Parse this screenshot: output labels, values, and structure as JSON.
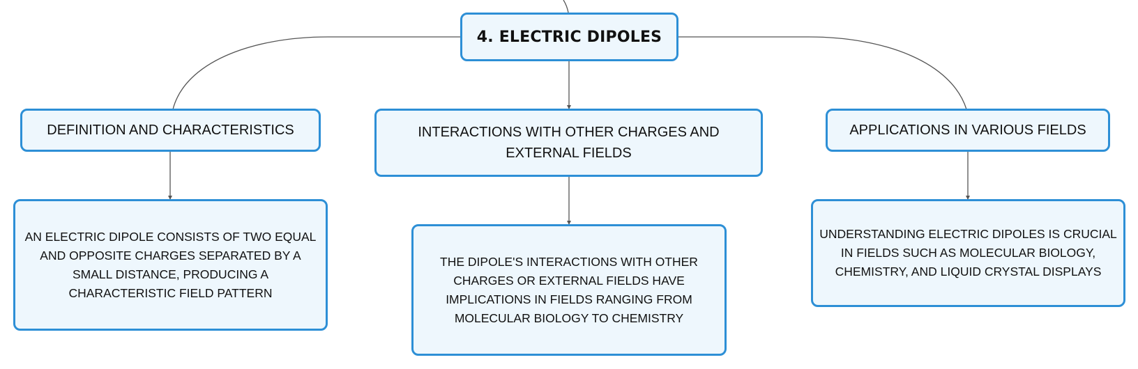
{
  "root": {
    "label": "4. ELECTRIC DIPOLES"
  },
  "branches": [
    {
      "topic": "DEFINITION AND CHARACTERISTICS",
      "detail": "AN ELECTRIC DIPOLE CONSISTS OF TWO EQUAL AND OPPOSITE CHARGES SEPARATED BY A SMALL DISTANCE, PRODUCING A CHARACTERISTIC FIELD PATTERN"
    },
    {
      "topic": "INTERACTIONS WITH OTHER CHARGES AND EXTERNAL FIELDS",
      "detail": "THE DIPOLE'S INTERACTIONS WITH OTHER CHARGES OR EXTERNAL FIELDS HAVE IMPLICATIONS IN FIELDS RANGING FROM MOLECULAR BIOLOGY TO CHEMISTRY"
    },
    {
      "topic": "APPLICATIONS IN VARIOUS FIELDS",
      "detail": "UNDERSTANDING ELECTRIC DIPOLES IS CRUCIAL IN FIELDS SUCH AS MOLECULAR BIOLOGY, CHEMISTRY, AND LIQUID CRYSTAL DISPLAYS"
    }
  ],
  "colors": {
    "node_border": "#2d8fd6",
    "node_fill": "#eef7fd",
    "connector": "#555555"
  }
}
